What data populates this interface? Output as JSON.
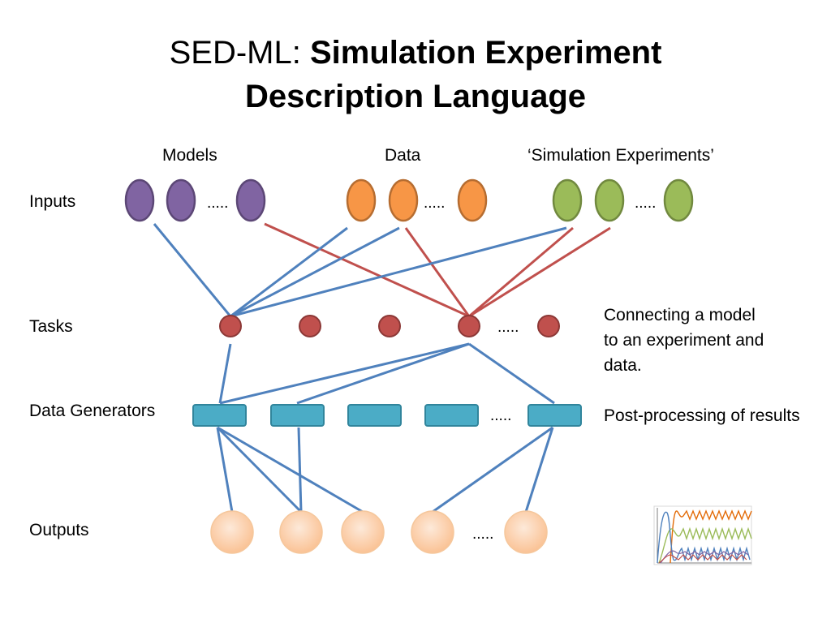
{
  "title": {
    "prefix": "SED-ML: ",
    "line1_bold": "Simulation Experiment",
    "line2_bold": "Description Language"
  },
  "column_headers": {
    "models": "Models",
    "data": "Data",
    "sim_experiments": "‘Simulation Experiments’"
  },
  "row_labels": {
    "inputs": "Inputs",
    "tasks": "Tasks",
    "data_generators": "Data Generators",
    "outputs": "Outputs"
  },
  "ellipsis": ".....",
  "descriptions": {
    "tasks_line1": "Connecting a model",
    "tasks_line2": "to an experiment and",
    "tasks_line3": "data.",
    "data_generators": "Post-processing of results"
  },
  "colors": {
    "model": "#8064a2",
    "data": "#f79646",
    "sim": "#9bbb59",
    "task": "#c0504d",
    "generator": "#4bacc6",
    "output": "#fbd5b5",
    "blue_edge": "#4f81bd",
    "red_edge": "#c0504d"
  }
}
